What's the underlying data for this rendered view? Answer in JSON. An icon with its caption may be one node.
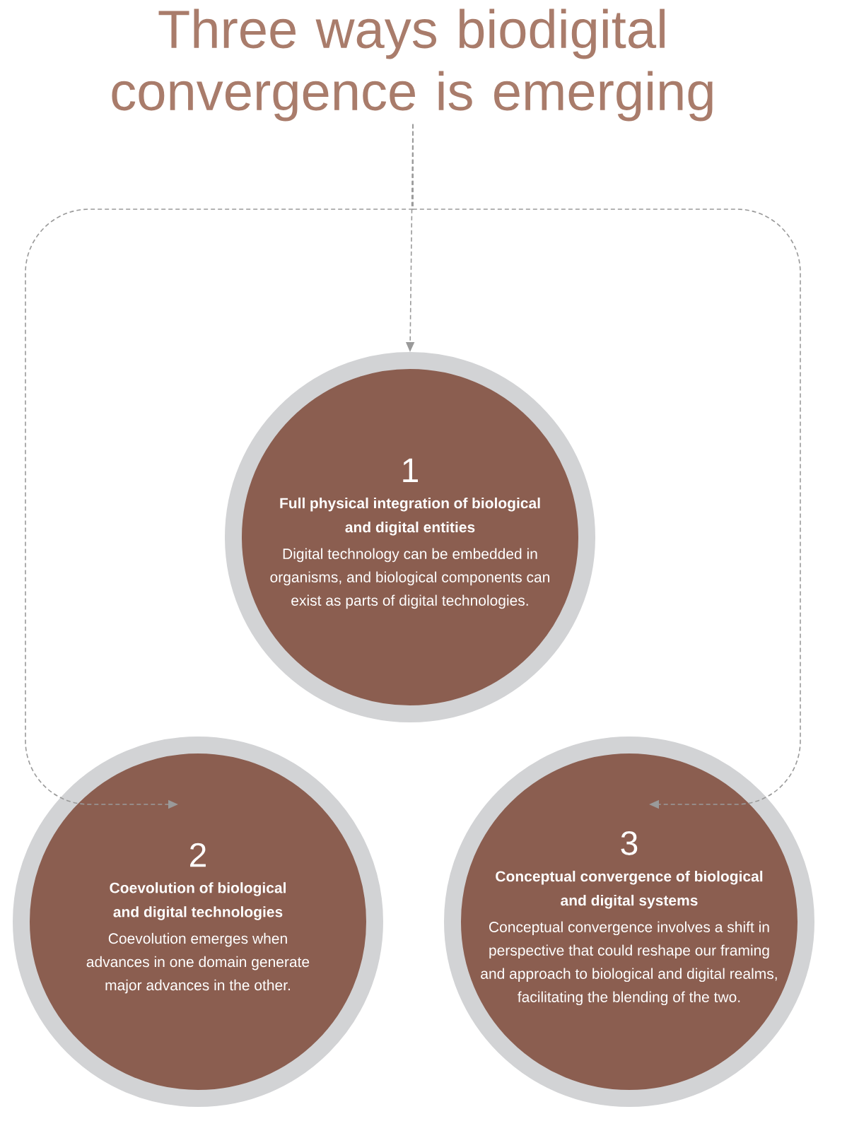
{
  "diagram": {
    "nodes": [
      {
        "text": [
          "Three ways biodigital convergence is emerging"
        ]
      },
      {
        "text": [
          "1",
          "Full physical integration of biological and digital entities",
          "Digital technology can be embedded in organisms, and biological components can exist as parts of digital technologies."
        ]
      },
      {
        "text": [
          "2",
          "Coevolution of biological and digital technologies",
          "Coevolution emerges when advances in one domain generate major advances in the other."
        ]
      },
      {
        "text": [
          "3",
          "Conceptual convergence of biological and digital systems",
          "Conceptual convergence involves a shift in perspective that could reshape our framing and approach to biological and digital realms, facilitating the blending of the two."
        ]
      }
    ],
    "edges": [
      {
        "from": 0,
        "to": 1,
        "arrow": "to",
        "style": "dashed"
      },
      {
        "from": 0,
        "to": 2,
        "arrow": "to",
        "style": "dashed"
      },
      {
        "from": 0,
        "to": 3,
        "arrow": "to",
        "style": "dashed"
      }
    ]
  }
}
